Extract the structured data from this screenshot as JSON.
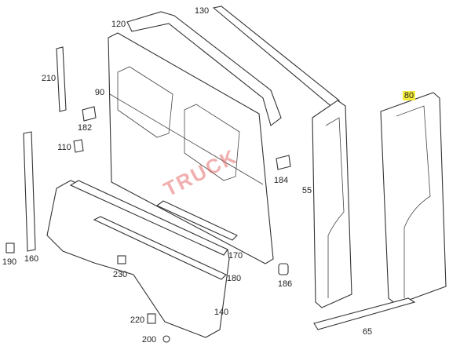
{
  "watermark": "TRUCK",
  "accent_color": "#f4ea3a",
  "parts": [
    {
      "id": "130"
    },
    {
      "id": "120"
    },
    {
      "id": "210"
    },
    {
      "id": "90"
    },
    {
      "id": "182"
    },
    {
      "id": "110"
    },
    {
      "id": "80",
      "highlighted": true
    },
    {
      "id": "184"
    },
    {
      "id": "55"
    },
    {
      "id": "190"
    },
    {
      "id": "160"
    },
    {
      "id": "230"
    },
    {
      "id": "170"
    },
    {
      "id": "180"
    },
    {
      "id": "186"
    },
    {
      "id": "140"
    },
    {
      "id": "220"
    },
    {
      "id": "200"
    },
    {
      "id": "65"
    }
  ]
}
